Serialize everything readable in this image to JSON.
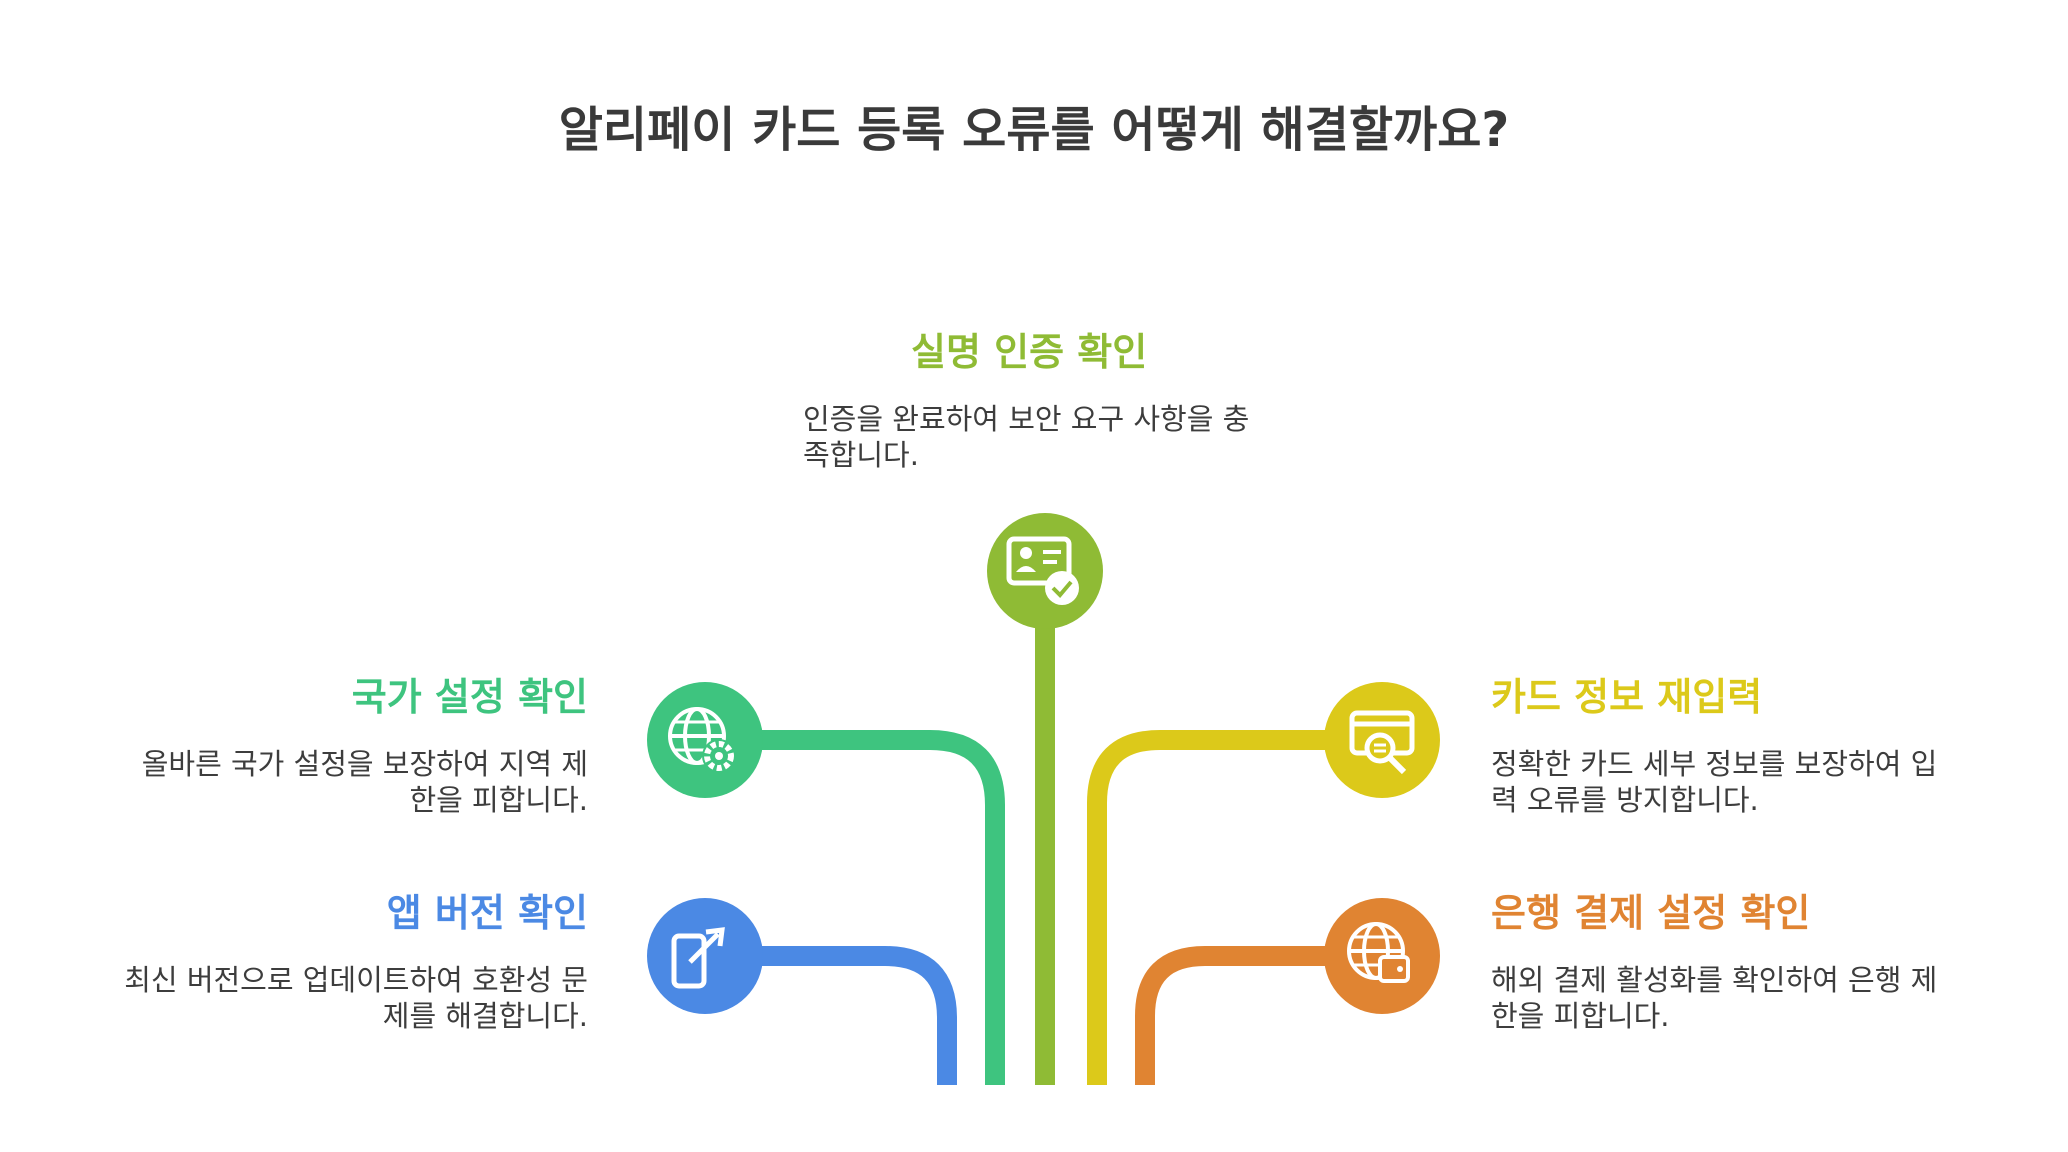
{
  "title": "알리페이 카드 등록 오류를 어떻게 해결할까요?",
  "colors": {
    "green_light": "#8fbb35",
    "green": "#3ec47f",
    "blue": "#4b89e4",
    "yellow": "#dcc91a",
    "orange": "#e08432",
    "title_text": "#3a3a3a",
    "body_text": "#3d3d3d"
  },
  "items": {
    "identity": {
      "heading": "실명 인증 확인",
      "desc_line1": "인증을 완료하여 보안 요구 사항을 충",
      "desc_line2": "족합니다.",
      "icon": "id-card-check-icon"
    },
    "country": {
      "heading": "국가 설정 확인",
      "desc_line1": "올바른 국가 설정을 보장하여 지역 제",
      "desc_line2": "한을 피합니다.",
      "icon": "globe-gear-icon"
    },
    "app": {
      "heading": "앱 버전 확인",
      "desc_line1": "최신 버전으로 업데이트하여 호환성 문",
      "desc_line2": "제를 해결합니다.",
      "icon": "phone-upgrade-icon"
    },
    "card": {
      "heading": "카드 정보 재입력",
      "desc_line1": "정확한 카드 세부 정보를 보장하여 입",
      "desc_line2": "력 오류를 방지합니다.",
      "icon": "card-search-icon"
    },
    "bank": {
      "heading": "은행 결제 설정 확인",
      "desc_line1": "해외 결제 활성화를 확인하여 은행 제",
      "desc_line2": "한을 피합니다.",
      "icon": "globe-wallet-icon"
    }
  }
}
